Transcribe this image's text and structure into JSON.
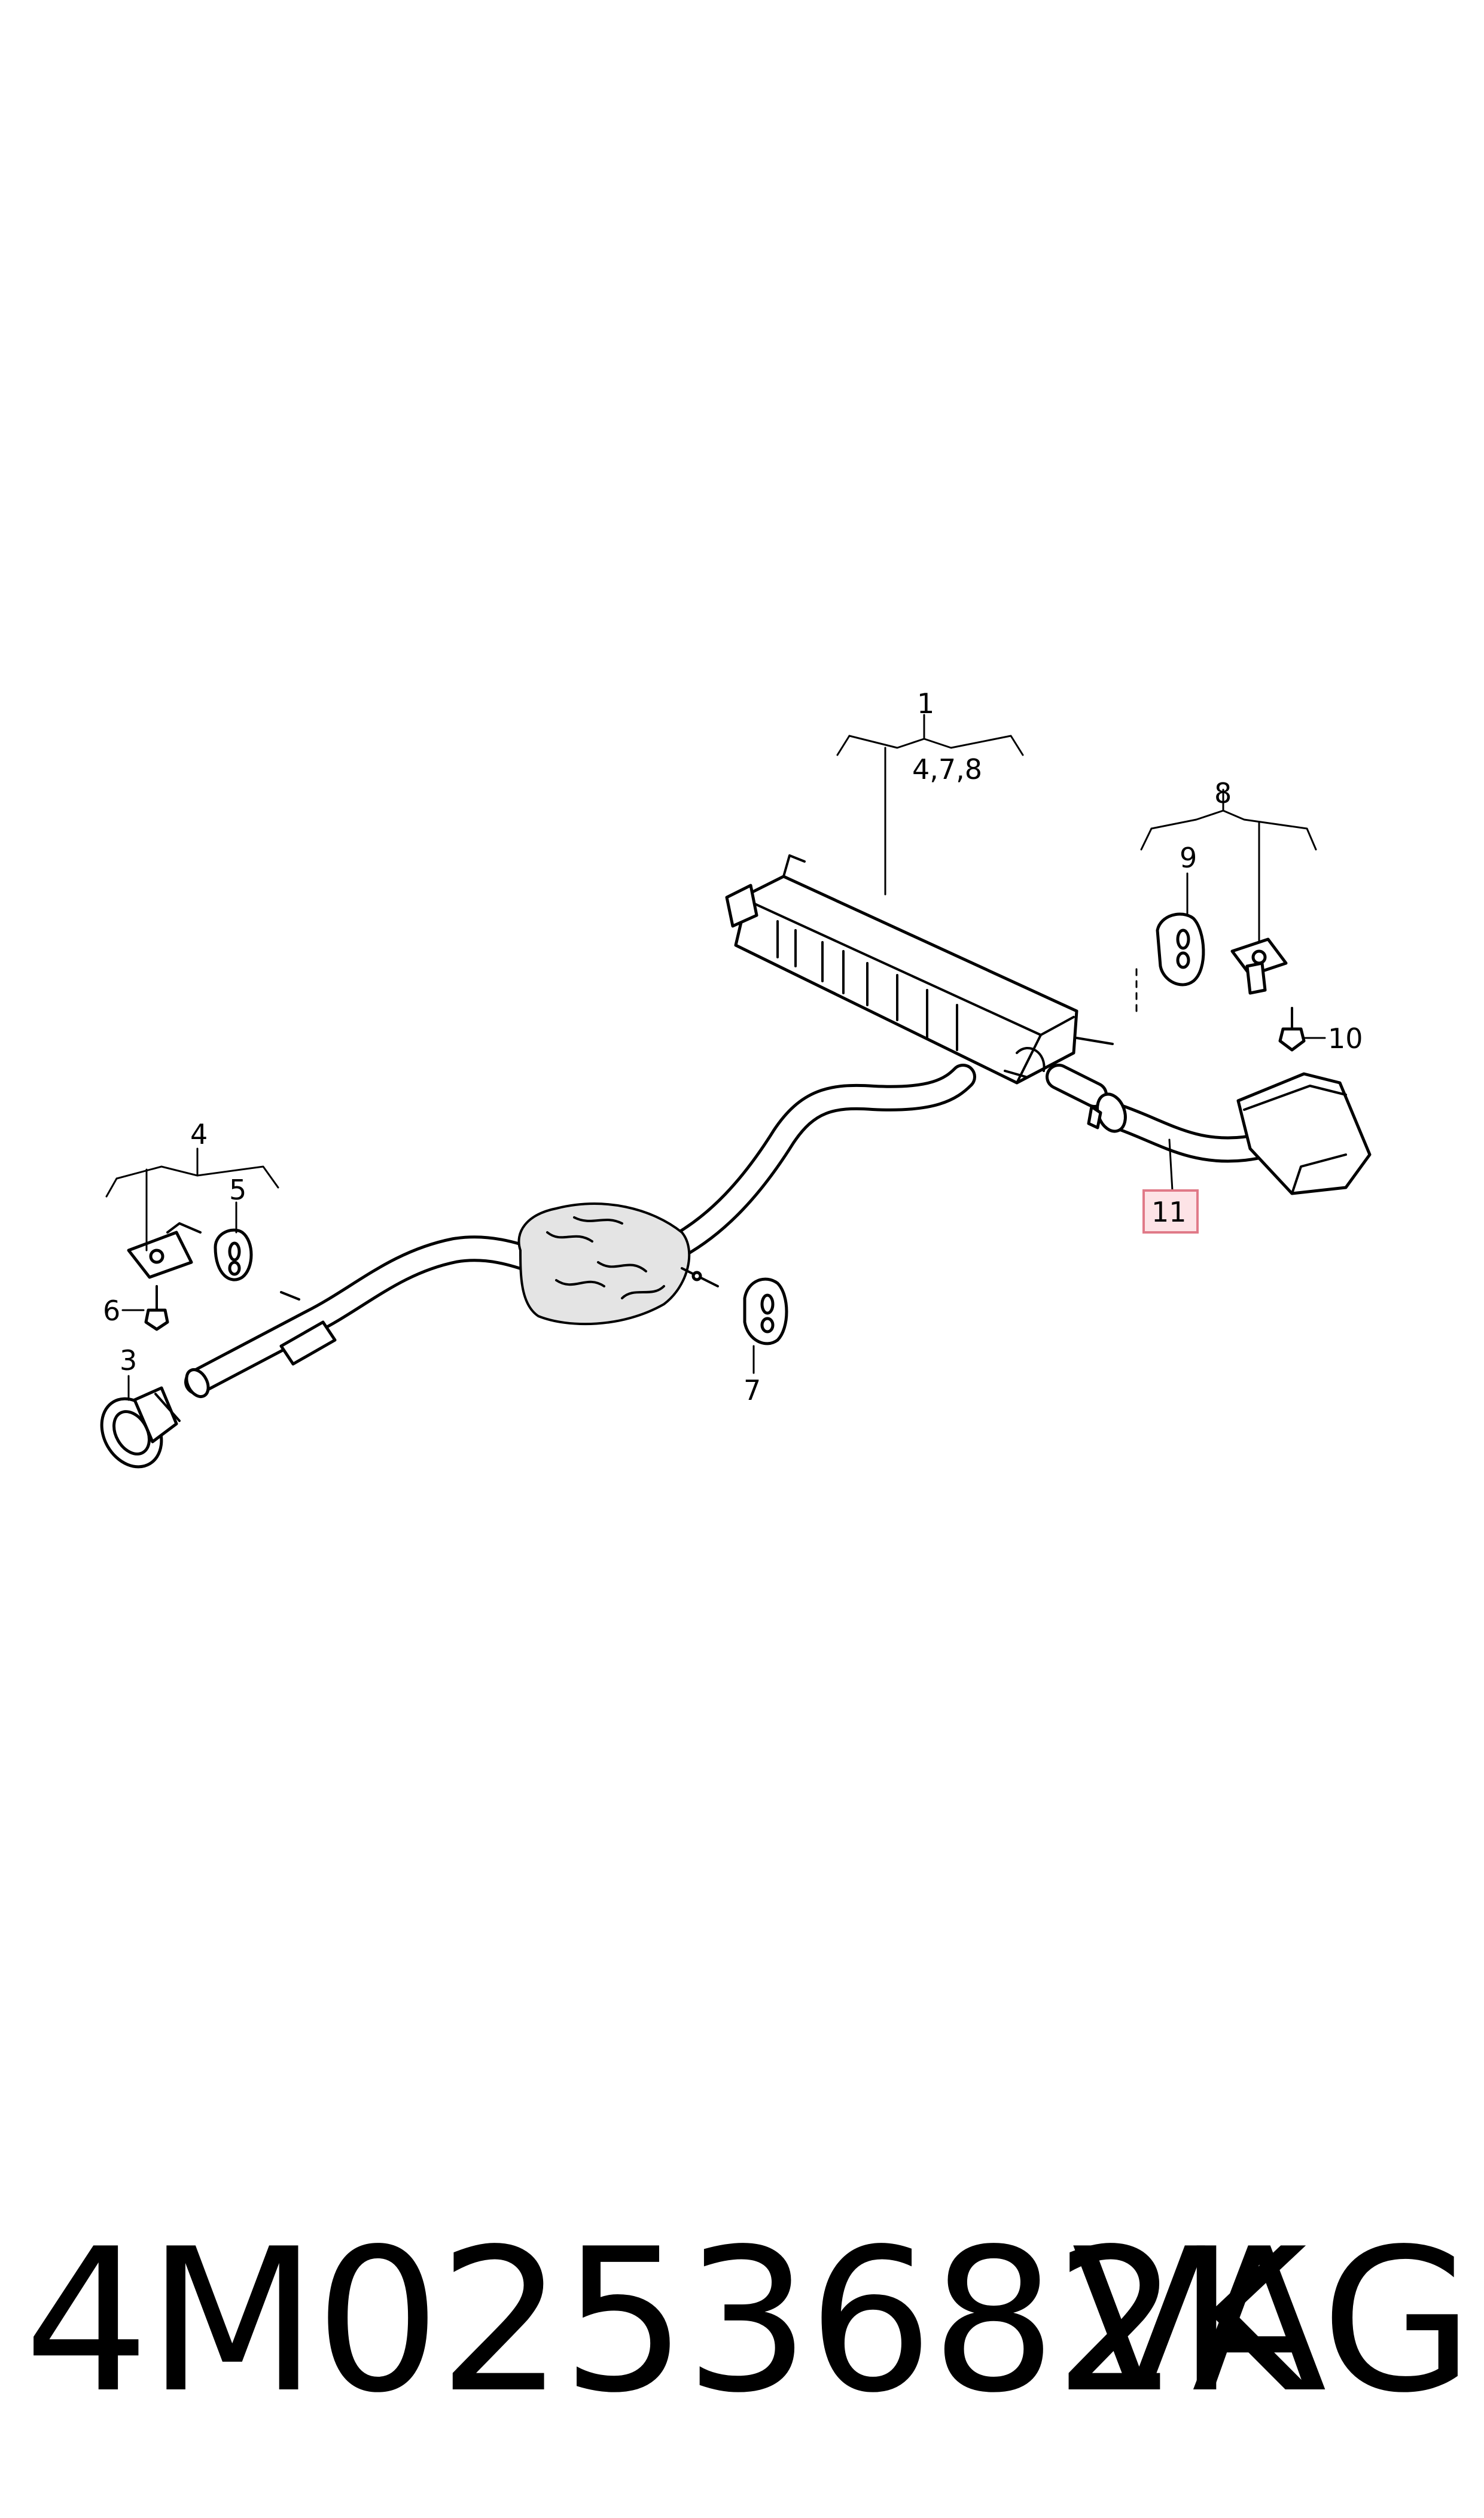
{
  "callouts": {
    "c1": "1",
    "c1_sub": "4,7,8",
    "c3": "3",
    "c4": "4",
    "c5": "5",
    "c6": "6",
    "c7": "7",
    "c8": "8",
    "c9": "9",
    "c10": "10",
    "c11": "11"
  },
  "footer": {
    "part_number": "4M0253682K",
    "brand": "VAG"
  },
  "colors": {
    "highlight_fill": "#fde3e6",
    "highlight_border": "#e07a88"
  }
}
